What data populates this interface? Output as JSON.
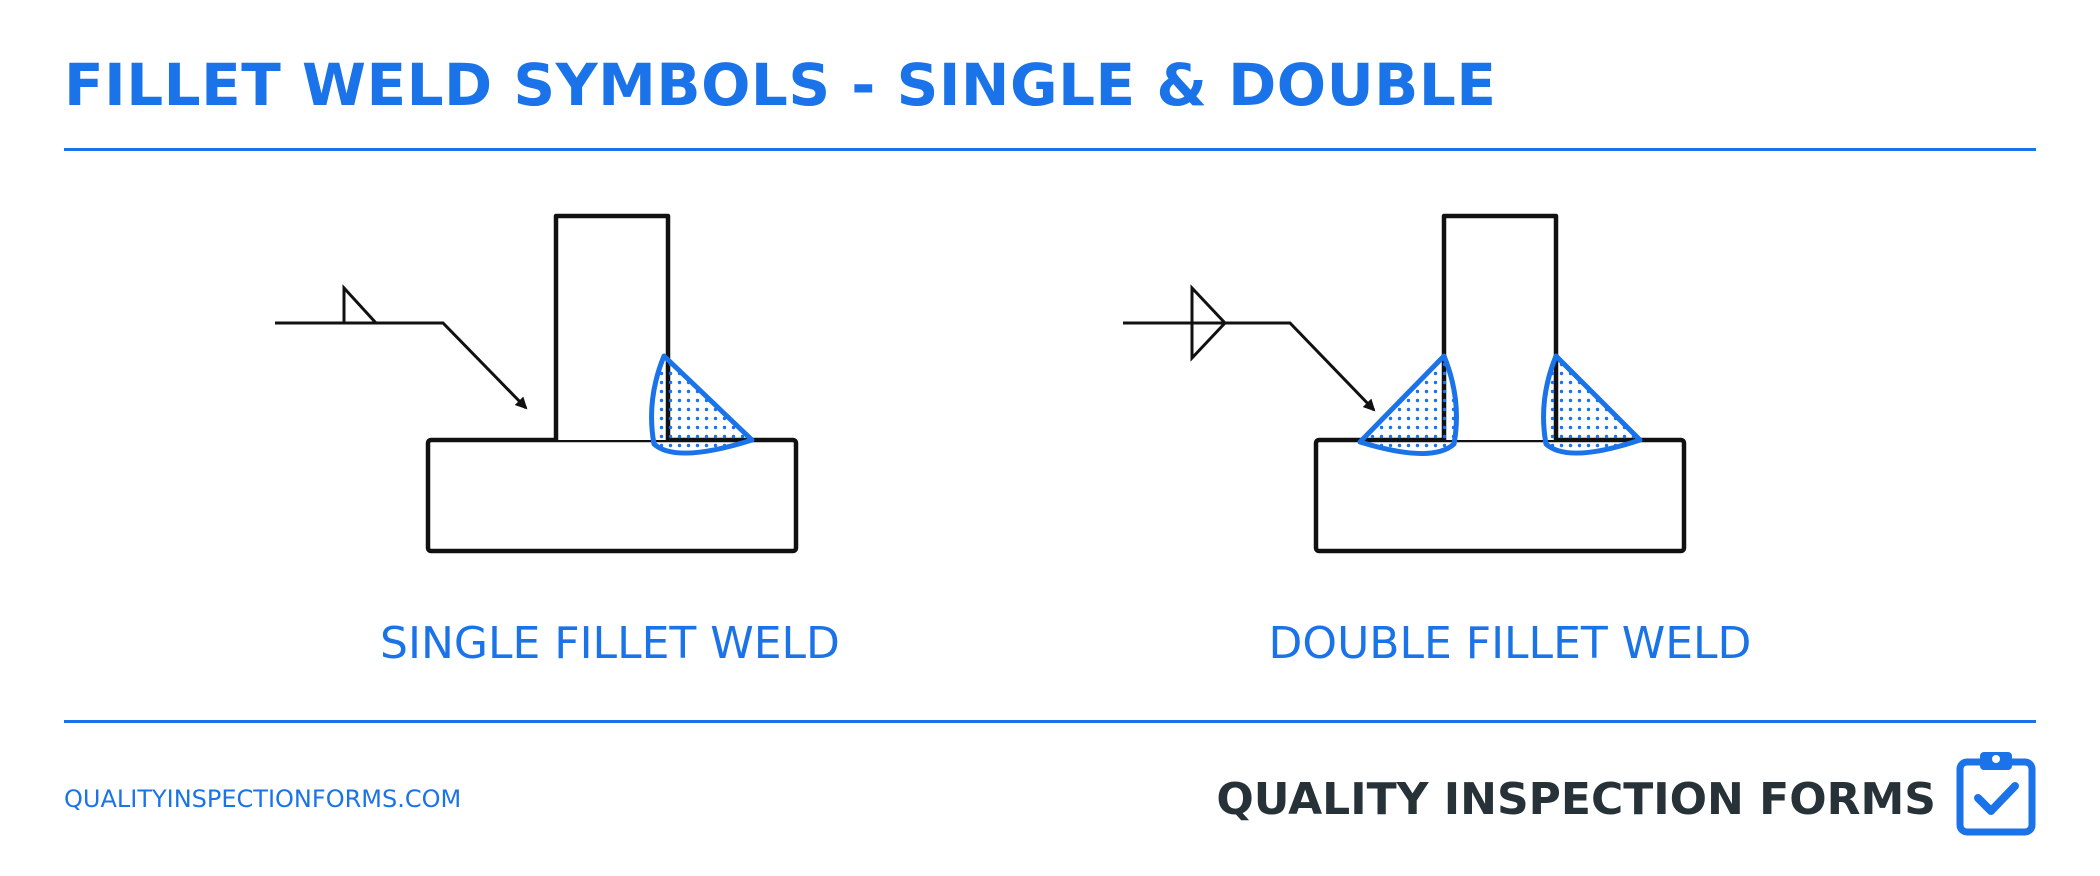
{
  "header": {
    "title": "FILLET WELD SYMBOLS - SINGLE & DOUBLE"
  },
  "diagrams": {
    "single": {
      "caption": "SINGLE FILLET WELD"
    },
    "double": {
      "caption": "DOUBLE FILLET WELD"
    }
  },
  "footer": {
    "website": "QUALITYINSPECTIONFORMS.COM",
    "brand": "QUALITY INSPECTION FORMS",
    "logo_icon": "clipboard-check-icon"
  },
  "colors": {
    "accent": "#1a73e8",
    "text_dark": "#263238",
    "line": "#111111"
  }
}
